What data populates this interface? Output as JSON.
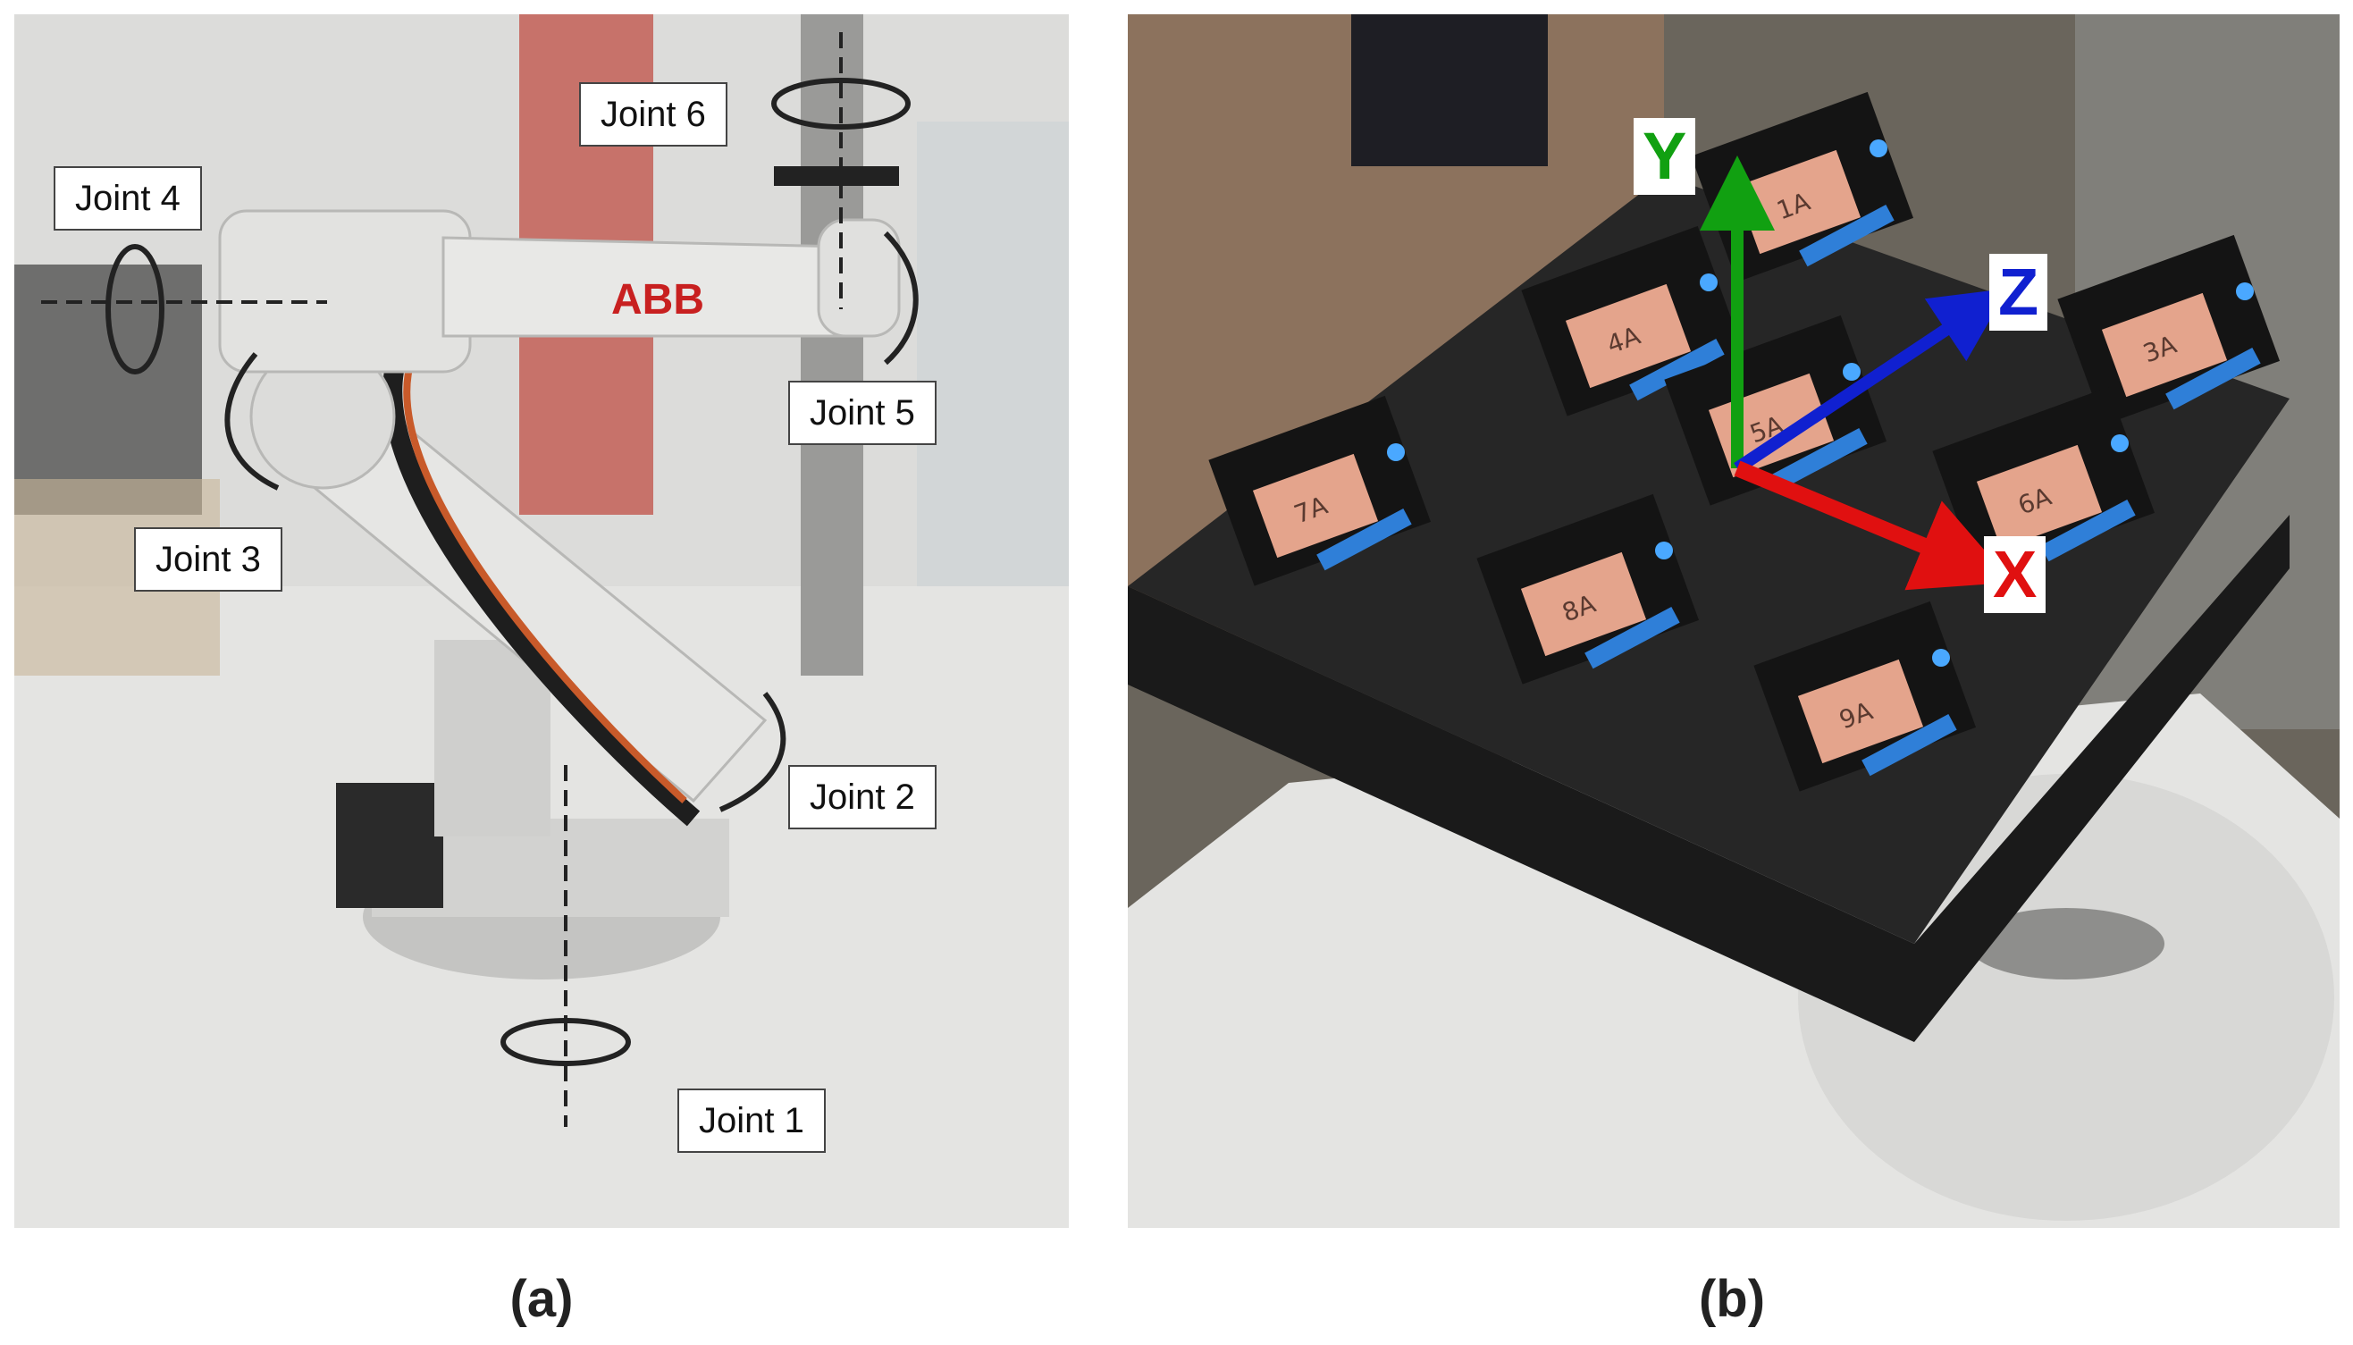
{
  "panel_a": {
    "caption": "(a)",
    "joints": [
      {
        "label": "Joint 1"
      },
      {
        "label": "Joint 2"
      },
      {
        "label": "Joint 3"
      },
      {
        "label": "Joint 4"
      },
      {
        "label": "Joint 5"
      },
      {
        "label": "Joint 6"
      }
    ],
    "robot_brand": "ABB"
  },
  "panel_b": {
    "caption": "(b)",
    "axes": {
      "x": {
        "label": "X",
        "color": "#e01010"
      },
      "y": {
        "label": "Y",
        "color": "#11a011"
      },
      "z": {
        "label": "Z",
        "color": "#1020d0"
      }
    },
    "cell_labels": [
      "1A",
      "3A",
      "4A",
      "5A",
      "6A",
      "7A",
      "8A",
      "9A"
    ]
  }
}
